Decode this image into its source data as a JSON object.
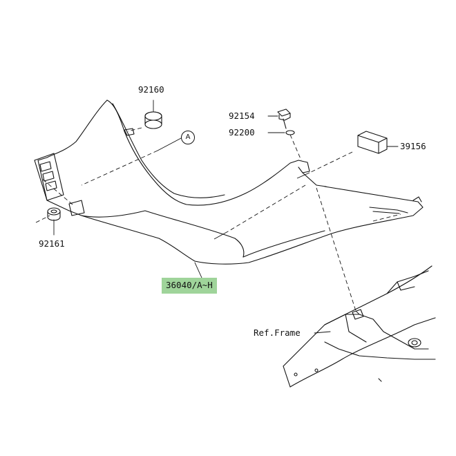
{
  "parts": {
    "grommet_top": "92160",
    "bolt": "92154",
    "washer": "92200",
    "pad": "39156",
    "grommet_left": "92161",
    "cover": "36040/A~H"
  },
  "reference": {
    "frame": "Ref.Frame",
    "callout_a": "A"
  },
  "colors": {
    "line": "#111111",
    "highlight": "#9fd49a"
  }
}
